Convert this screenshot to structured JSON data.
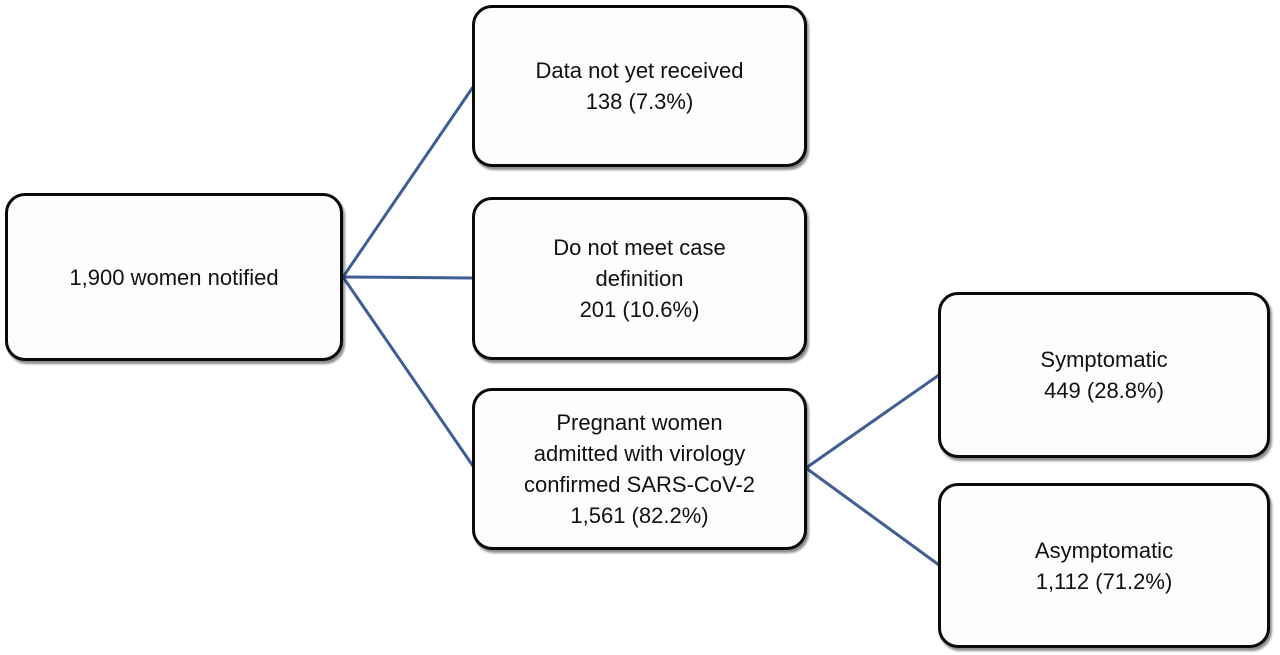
{
  "colors": {
    "connector": "#3f5f94",
    "box_border": "#0a0a0a",
    "box_fill": "#fdfdfd",
    "text": "#111111"
  },
  "nodes": [
    {
      "id": "notified",
      "lines": [
        "1,900 women notified"
      ]
    },
    {
      "id": "data-not-received",
      "lines": [
        "Data not yet received",
        "138 (7.3%)"
      ]
    },
    {
      "id": "no-case-definition",
      "lines": [
        "Do not meet case",
        "definition",
        "201 (10.6%)"
      ]
    },
    {
      "id": "confirmed",
      "lines": [
        "Pregnant women",
        "admitted with virology",
        "confirmed SARS-CoV-2",
        "1,561 (82.2%)"
      ]
    },
    {
      "id": "symptomatic",
      "lines": [
        "Symptomatic",
        "449 (28.8%)"
      ]
    },
    {
      "id": "asymptomatic",
      "lines": [
        "Asymptomatic",
        "1,112 (71.2%)"
      ]
    }
  ],
  "edges": [
    {
      "from": "notified",
      "to": "data-not-received"
    },
    {
      "from": "notified",
      "to": "no-case-definition"
    },
    {
      "from": "notified",
      "to": "confirmed"
    },
    {
      "from": "confirmed",
      "to": "symptomatic"
    },
    {
      "from": "confirmed",
      "to": "asymptomatic"
    }
  ]
}
